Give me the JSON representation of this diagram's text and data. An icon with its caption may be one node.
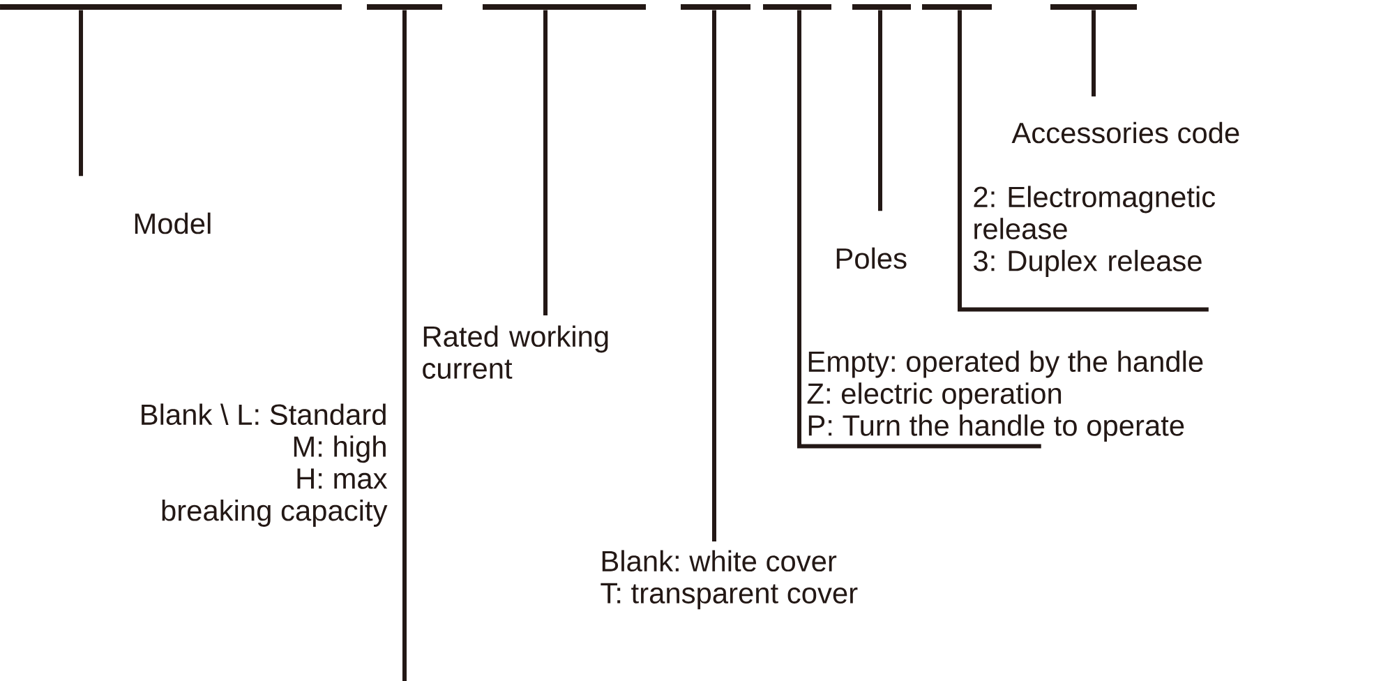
{
  "diagram": {
    "nodes": [
      {
        "text": [],
        "shape": "bar"
      },
      {
        "text": [],
        "shape": "bar"
      },
      {
        "text": [],
        "shape": "bar"
      },
      {
        "text": [],
        "shape": "bar"
      },
      {
        "text": [],
        "shape": "bar"
      },
      {
        "text": [],
        "shape": "bar"
      },
      {
        "text": [],
        "shape": "bar"
      },
      {
        "text": [],
        "shape": "bar"
      },
      {
        "text": [
          "Model"
        ]
      },
      {
        "text": [
          "Blank \\ L: Standard",
          "M: high",
          "H: max",
          "breaking capacity"
        ]
      },
      {
        "text": [
          "Rated working current"
        ]
      },
      {
        "text": [
          "Blank: white cover",
          "T: transparent cover"
        ]
      },
      {
        "text": [
          "Empty: operated by the handle",
          "Z: electric operation",
          "P: Turn the handle to operate"
        ]
      },
      {
        "text": [
          "Poles"
        ]
      },
      {
        "text": [
          "2: Electromagnetic release",
          "3: Duplex release"
        ]
      },
      {
        "text": [
          "Accessories code"
        ]
      }
    ],
    "edges": [
      {
        "from": 8,
        "to": 0,
        "arrow": "none"
      },
      {
        "from": null,
        "to": 1,
        "arrow": "none"
      },
      {
        "from": 10,
        "to": 2,
        "arrow": "none"
      },
      {
        "from": 11,
        "to": 3,
        "arrow": "none"
      },
      {
        "from": 12,
        "to": 4,
        "arrow": "none"
      },
      {
        "from": 13,
        "to": 5,
        "arrow": "none"
      },
      {
        "from": 14,
        "to": 6,
        "arrow": "none"
      },
      {
        "from": 15,
        "to": 7,
        "arrow": "none"
      }
    ]
  }
}
